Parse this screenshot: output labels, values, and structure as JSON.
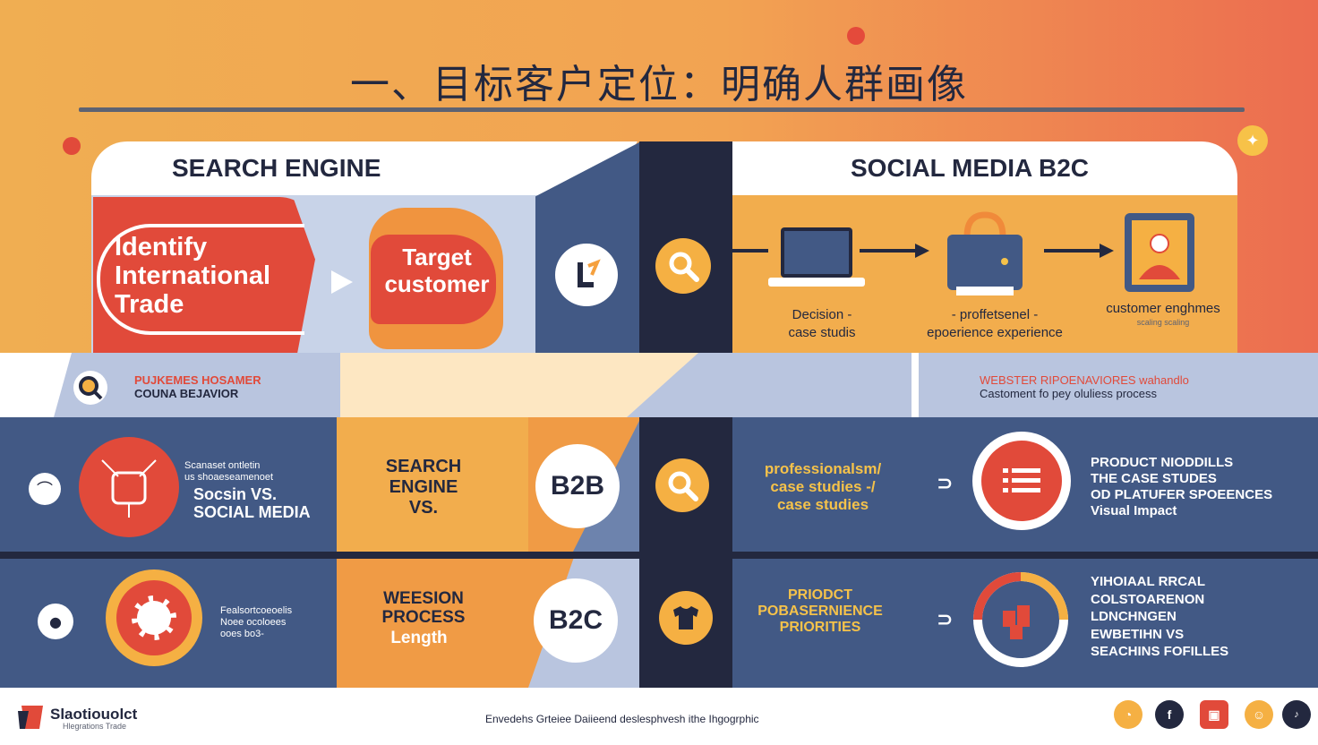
{
  "title": "一、目标客户定位：明确人群画像",
  "top": {
    "left_header": "SEARCH ENGINE",
    "right_header": "SOCIAL MEDIA B2C",
    "identify_label": "Identify International Trade",
    "target_label": "Target customer",
    "steps": [
      {
        "label": "Decision -\ncase studis"
      },
      {
        "label": "- proffetsenel -\nepoerience experience"
      },
      {
        "label": "customer enghmes",
        "sub": "scaling scaling"
      }
    ]
  },
  "band": {
    "left_line1": "PUJKEMES HOSAMER",
    "left_line2": "COUNA BEJAVIOR",
    "right_line1": "WEBSTER RIPOENAVIORES wahandlo",
    "right_line2": "Castoment fo pey oluliess process"
  },
  "row1": {
    "small_text": "Scanaset ontletin\nus shoaeseamenoet",
    "main_text": "Socsin VS.\nSOCIAL MEDIA",
    "middle_label": "SEARCH\nENGINE\nVS.",
    "badge": "B2B",
    "prof_text": "professionalsm/\ncase studies -/\ncase studies",
    "right_text": "PRODUCT NIODDILLS\nTHE CASE STUDES\nOD PLATUFER SPOEENCES\nVisual Impact"
  },
  "row2": {
    "small_text": "Fealsortcoeoelis\nNoee ocoloees\nooes bo3-",
    "middle_label": "WEESION\nPROCESS",
    "middle_sub": "Length",
    "badge": "B2C",
    "prod_text": "PRIODCT\nPOBASERNIENCE\nPRIORITIES",
    "right_text": "YIHOIAAL RRCAL\nCOLSTOARENON\nLDNCHNGEN\nEWBETIHN VS\nSEACHINS FOFILLES"
  },
  "footer": {
    "brand": "Slaotiouolct",
    "brand_sub": "Hlegrations Trade",
    "caption": "Envedehs Grteiee Daiieend deslesphvesh ithe Ihgogrphic"
  },
  "colors": {
    "navy": "#23283f",
    "blue": "#425985",
    "red": "#e14a3a",
    "orange": "#f2a352",
    "yellow": "#f5c24a"
  }
}
